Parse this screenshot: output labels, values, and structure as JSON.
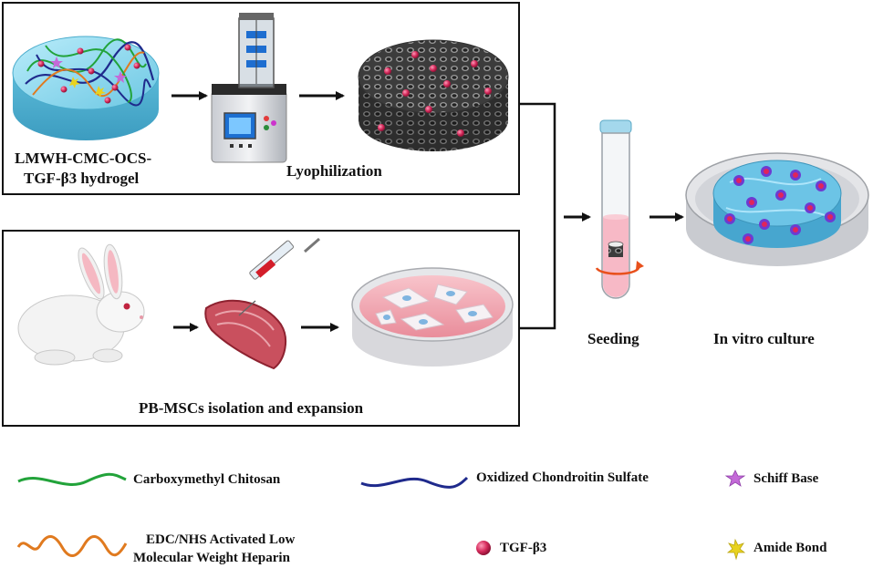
{
  "panels": {
    "top": {
      "hydrogel_label_line1": "LMWH-CMC-OCS-",
      "hydrogel_label_line2": "TGF-β3 hydrogel",
      "lyophilization_label": "Lyophilization"
    },
    "bottom": {
      "isolation_label": "PB-MSCs isolation and expansion"
    }
  },
  "steps": {
    "seeding_label": "Seeding",
    "culture_label": "In vitro culture"
  },
  "legend": {
    "items": [
      {
        "label": "Carboxymethyl Chitosan",
        "color": "#22a33a",
        "icon": "green-wave-line-icon"
      },
      {
        "label": "Oxidized Chondroitin Sulfate",
        "color": "#1f2a8c",
        "icon": "blue-wave-line-icon"
      },
      {
        "label": "Schiff Base",
        "color": "#c46ad8",
        "icon": "purple-star-icon"
      },
      {
        "label_line1": "EDC/NHS Activated Low",
        "label_line2": "Molecular Weight Heparin",
        "color": "#e07a1f",
        "icon": "orange-wave-line-icon"
      },
      {
        "label": "TGF-β3",
        "color": "#d42a5b",
        "icon": "pink-sphere-icon"
      },
      {
        "label": "Amide Bond",
        "color": "#e8d21f",
        "icon": "yellow-star-icon"
      }
    ]
  },
  "colors": {
    "hydrogel": "#7fd0ea",
    "scaffold": "#4a4a4a",
    "tgf_sphere": "#d42a5b",
    "culture_medium": "#f2a8b3",
    "arrow": "#111111"
  }
}
